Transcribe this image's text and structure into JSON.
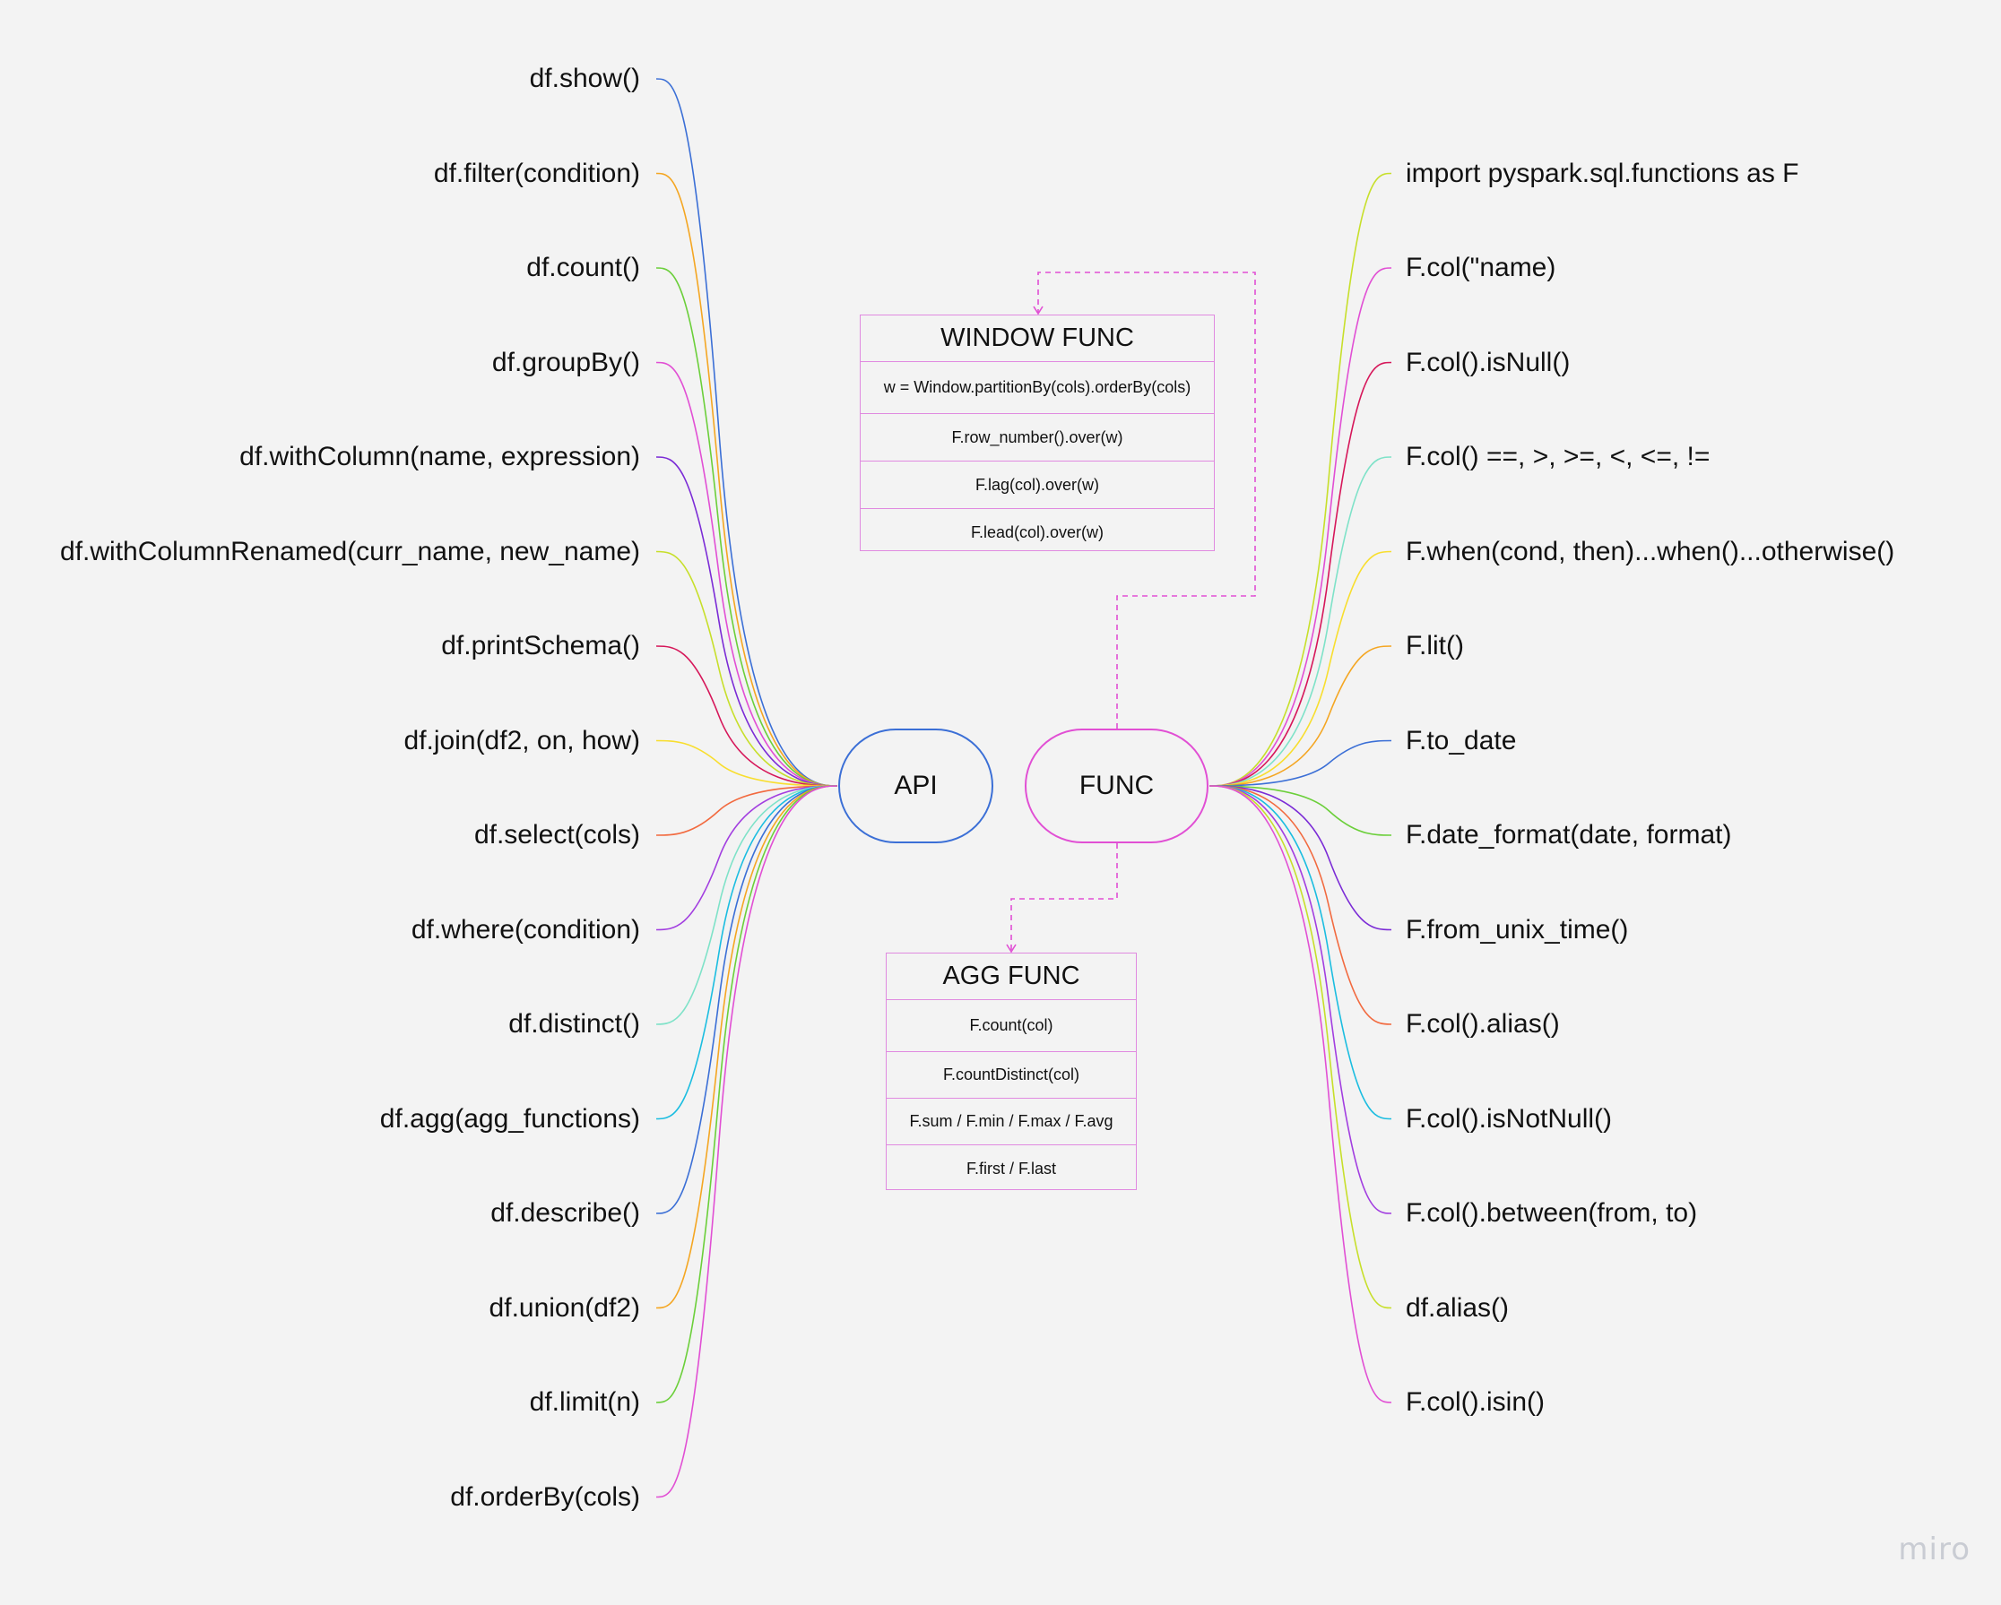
{
  "api": {
    "label": "API",
    "color": "#3b6fd6",
    "items": [
      {
        "text": "df.show()",
        "color": "#3b6fd6"
      },
      {
        "text": "df.filter(condition)",
        "color": "#f4a622"
      },
      {
        "text": "df.count()",
        "color": "#6bcf3a"
      },
      {
        "text": "df.groupBy()",
        "color": "#e14fd4"
      },
      {
        "text": "df.withColumn(name, expression)",
        "color": "#7b2bd6"
      },
      {
        "text": "df.withColumnRenamed(curr_name, new_name)",
        "color": "#c7df2a"
      },
      {
        "text": "df.printSchema()",
        "color": "#d6175a"
      },
      {
        "text": "df.join(df2, on, how)",
        "color": "#f8de2e"
      },
      {
        "text": "df.select(cols)",
        "color": "#f26a3f"
      },
      {
        "text": "df.where(condition)",
        "color": "#a23ee0"
      },
      {
        "text": "df.distinct()",
        "color": "#7ee2c8"
      },
      {
        "text": "df.agg(agg_functions)",
        "color": "#1bbde0"
      },
      {
        "text": "df.describe()",
        "color": "#3b6fd6"
      },
      {
        "text": "df.union(df2)",
        "color": "#f4a622"
      },
      {
        "text": "df.limit(n)",
        "color": "#6bcf3a"
      },
      {
        "text": "df.orderBy(cols)",
        "color": "#e14fd4"
      }
    ]
  },
  "func": {
    "label": "FUNC",
    "color": "#e14fd4",
    "items": [
      {
        "text": "import pyspark.sql.functions as F",
        "color": "#c7df2a"
      },
      {
        "text": "F.col(\"name)",
        "color": "#e14fd4"
      },
      {
        "text": "F.col().isNull()",
        "color": "#d6175a"
      },
      {
        "text": "F.col() ==, >, >=, <, <=, !=",
        "color": "#7ee2c8"
      },
      {
        "text": "F.when(cond, then)...when()...otherwise()",
        "color": "#f8de2e"
      },
      {
        "text": "F.lit()",
        "color": "#f4a622"
      },
      {
        "text": "F.to_date",
        "color": "#3b6fd6"
      },
      {
        "text": "F.date_format(date, format)",
        "color": "#6bcf3a"
      },
      {
        "text": "F.from_unix_time()",
        "color": "#7b2bd6"
      },
      {
        "text": "F.col().alias()",
        "color": "#f26a3f"
      },
      {
        "text": "F.col().isNotNull()",
        "color": "#1bbde0"
      },
      {
        "text": "F.col().between(from, to)",
        "color": "#a23ee0"
      },
      {
        "text": "df.alias()",
        "color": "#c7df2a"
      },
      {
        "text": "F.col().isin()",
        "color": "#e14fd4"
      }
    ]
  },
  "window_func": {
    "title": "WINDOW FUNC",
    "rows": [
      "w = Window.partitionBy(cols).orderBy(cols)",
      "F.row_number().over(w)",
      "F.lag(col).over(w)",
      "F.lead(col).over(w)"
    ]
  },
  "agg_func": {
    "title": "AGG FUNC",
    "rows": [
      "F.count(col)",
      "F.countDistinct(col)",
      "F.sum / F.min / F.max / F.avg",
      "F.first / F.last"
    ]
  },
  "connector_color": "#e14fd4",
  "watermark": "miro"
}
